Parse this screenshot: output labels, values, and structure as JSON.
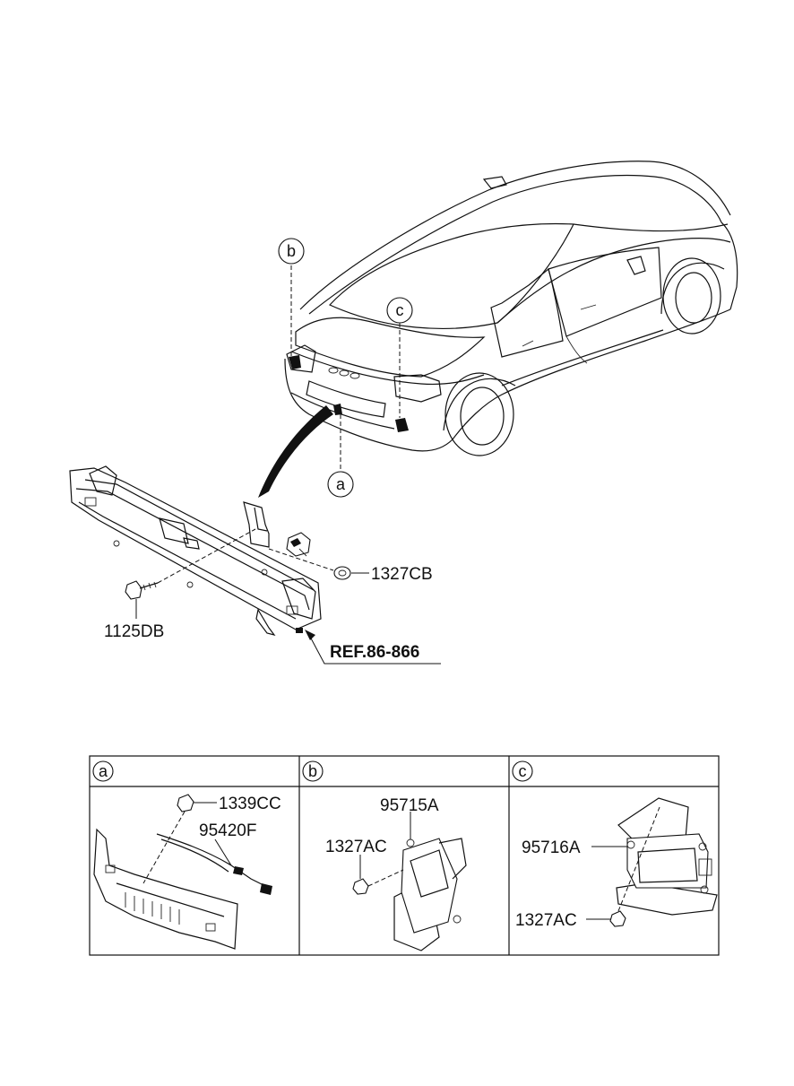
{
  "main": {
    "callouts": {
      "a": "a",
      "b": "b",
      "c": "c"
    },
    "parts": {
      "p1327CB": "1327CB",
      "p1125DB": "1125DB",
      "ref": "REF.86-866"
    }
  },
  "table": {
    "headers": [
      "a",
      "b",
      "c"
    ],
    "panel_a": {
      "part1": "1339CC",
      "part2": "95420F"
    },
    "panel_b": {
      "part1": "95715A",
      "part2": "1327AC"
    },
    "panel_c": {
      "part1": "95716A",
      "part2": "1327AC"
    }
  }
}
